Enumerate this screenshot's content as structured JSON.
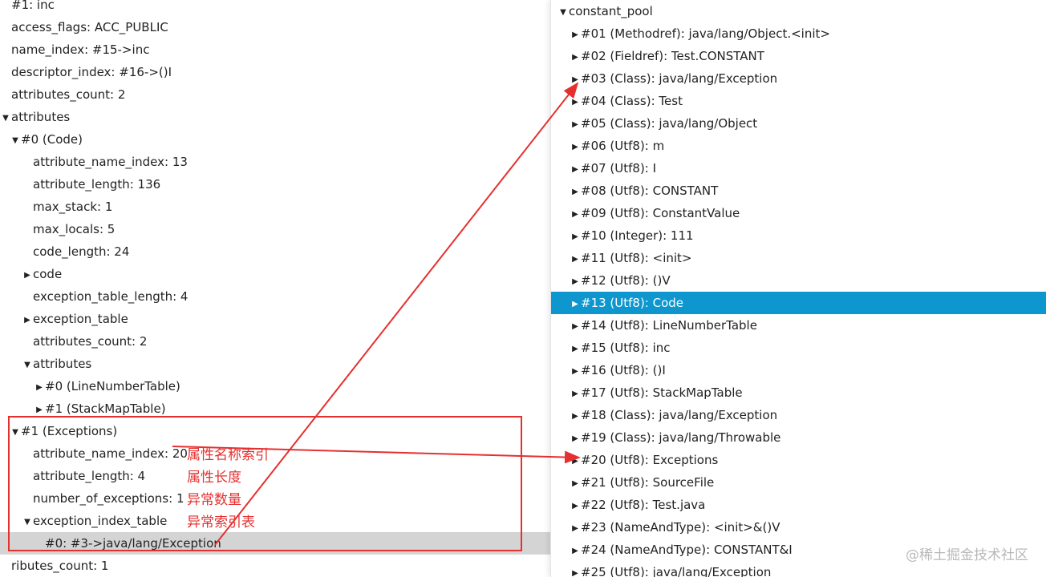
{
  "left_tree": [
    {
      "label": "#1: inc",
      "indent": 0,
      "toggle": "none"
    },
    {
      "label": "access_flags: ACC_PUBLIC",
      "indent": 0,
      "toggle": "none"
    },
    {
      "label": "name_index: #15->inc",
      "indent": 0,
      "toggle": "none"
    },
    {
      "label": "descriptor_index: #16->()I",
      "indent": 0,
      "toggle": "none"
    },
    {
      "label": "attributes_count: 2",
      "indent": 0,
      "toggle": "none"
    },
    {
      "label": "attributes",
      "indent": 0,
      "toggle": "open"
    },
    {
      "label": "#0 (Code)",
      "indent": 1,
      "toggle": "open"
    },
    {
      "label": "attribute_name_index: 13",
      "indent": 2,
      "toggle": "none"
    },
    {
      "label": "attribute_length: 136",
      "indent": 2,
      "toggle": "none"
    },
    {
      "label": "max_stack: 1",
      "indent": 2,
      "toggle": "none"
    },
    {
      "label": "max_locals: 5",
      "indent": 2,
      "toggle": "none"
    },
    {
      "label": "code_length: 24",
      "indent": 2,
      "toggle": "none"
    },
    {
      "label": "code",
      "indent": 2,
      "toggle": "closed"
    },
    {
      "label": "exception_table_length: 4",
      "indent": 2,
      "toggle": "none"
    },
    {
      "label": "exception_table",
      "indent": 2,
      "toggle": "closed"
    },
    {
      "label": "attributes_count: 2",
      "indent": 2,
      "toggle": "none"
    },
    {
      "label": "attributes",
      "indent": 2,
      "toggle": "open"
    },
    {
      "label": "#0 (LineNumberTable)",
      "indent": 3,
      "toggle": "closed"
    },
    {
      "label": "#1 (StackMapTable)",
      "indent": 3,
      "toggle": "closed"
    },
    {
      "label": "#1 (Exceptions)",
      "indent": 1,
      "toggle": "open"
    },
    {
      "label": "attribute_name_index: 20",
      "indent": 2,
      "toggle": "none"
    },
    {
      "label": "attribute_length: 4",
      "indent": 2,
      "toggle": "none"
    },
    {
      "label": "number_of_exceptions: 1",
      "indent": 2,
      "toggle": "none"
    },
    {
      "label": "exception_index_table",
      "indent": 2,
      "toggle": "open"
    },
    {
      "label": "#0: #3->java/lang/Exception",
      "indent": 3,
      "toggle": "none",
      "highlighted": true
    },
    {
      "label": "ributes_count: 1",
      "indent": 0,
      "toggle": "none"
    }
  ],
  "right_tree": [
    {
      "label": "constant_pool",
      "indent": 0,
      "toggle": "open"
    },
    {
      "label": "#01 (Methodref): java/lang/Object.<init>",
      "indent": 1,
      "toggle": "closed"
    },
    {
      "label": "#02 (Fieldref): Test.CONSTANT",
      "indent": 1,
      "toggle": "closed"
    },
    {
      "label": "#03 (Class): java/lang/Exception",
      "indent": 1,
      "toggle": "closed"
    },
    {
      "label": "#04 (Class): Test",
      "indent": 1,
      "toggle": "closed"
    },
    {
      "label": "#05 (Class): java/lang/Object",
      "indent": 1,
      "toggle": "closed"
    },
    {
      "label": "#06 (Utf8): m",
      "indent": 1,
      "toggle": "closed"
    },
    {
      "label": "#07 (Utf8): I",
      "indent": 1,
      "toggle": "closed"
    },
    {
      "label": "#08 (Utf8): CONSTANT",
      "indent": 1,
      "toggle": "closed"
    },
    {
      "label": "#09 (Utf8): ConstantValue",
      "indent": 1,
      "toggle": "closed"
    },
    {
      "label": "#10 (Integer): 111",
      "indent": 1,
      "toggle": "closed"
    },
    {
      "label": "#11 (Utf8): <init>",
      "indent": 1,
      "toggle": "closed"
    },
    {
      "label": "#12 (Utf8): ()V",
      "indent": 1,
      "toggle": "closed"
    },
    {
      "label": "#13 (Utf8): Code",
      "indent": 1,
      "toggle": "closed",
      "selected": true
    },
    {
      "label": "#14 (Utf8): LineNumberTable",
      "indent": 1,
      "toggle": "closed"
    },
    {
      "label": "#15 (Utf8): inc",
      "indent": 1,
      "toggle": "closed"
    },
    {
      "label": "#16 (Utf8): ()I",
      "indent": 1,
      "toggle": "closed"
    },
    {
      "label": "#17 (Utf8): StackMapTable",
      "indent": 1,
      "toggle": "closed"
    },
    {
      "label": "#18 (Class): java/lang/Exception",
      "indent": 1,
      "toggle": "closed"
    },
    {
      "label": "#19 (Class): java/lang/Throwable",
      "indent": 1,
      "toggle": "closed"
    },
    {
      "label": "#20 (Utf8): Exceptions",
      "indent": 1,
      "toggle": "closed"
    },
    {
      "label": "#21 (Utf8): SourceFile",
      "indent": 1,
      "toggle": "closed"
    },
    {
      "label": "#22 (Utf8): Test.java",
      "indent": 1,
      "toggle": "closed"
    },
    {
      "label": "#23 (NameAndType): <init>&()V",
      "indent": 1,
      "toggle": "closed"
    },
    {
      "label": "#24 (NameAndType): CONSTANT&I",
      "indent": 1,
      "toggle": "closed"
    },
    {
      "label": "#25 (Utf8): java/lang/Exception",
      "indent": 1,
      "toggle": "closed"
    }
  ],
  "annotations": {
    "attr_name_index": "属性名称索引",
    "attr_length": "属性长度",
    "num_exceptions": "异常数量",
    "exception_index_table": "异常索引表"
  },
  "watermark": "@稀土掘金技术社区",
  "colors": {
    "selection": "#0e96cf",
    "annotation": "#e53030",
    "row_highlight": "#d4d4d4"
  }
}
